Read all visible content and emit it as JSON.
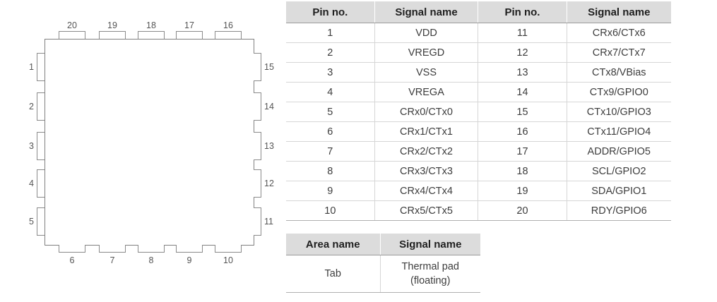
{
  "package_diagram": {
    "name": "QFN-20 package pinout diagram",
    "top_pins": [
      "20",
      "19",
      "18",
      "17",
      "16"
    ],
    "right_pins": [
      "15",
      "14",
      "13",
      "12",
      "11"
    ],
    "bottom_pins": [
      "6",
      "7",
      "8",
      "9",
      "10"
    ],
    "left_pins": [
      "1",
      "2",
      "3",
      "4",
      "5"
    ],
    "colors": {
      "body_border": "#808080",
      "pin_border": "#8a8a8a",
      "label_text": "#555555"
    }
  },
  "pin_table": {
    "headers": [
      "Pin no.",
      "Signal name",
      "Pin no.",
      "Signal name"
    ],
    "rows": [
      [
        "1",
        "VDD",
        "11",
        "CRx6/CTx6"
      ],
      [
        "2",
        "VREGD",
        "12",
        "CRx7/CTx7"
      ],
      [
        "3",
        "VSS",
        "13",
        "CTx8/VBias"
      ],
      [
        "4",
        "VREGA",
        "14",
        "CTx9/GPIO0"
      ],
      [
        "5",
        "CRx0/CTx0",
        "15",
        "CTx10/GPIO3"
      ],
      [
        "6",
        "CRx1/CTx1",
        "16",
        "CTx11/GPIO4"
      ],
      [
        "7",
        "CRx2/CTx2",
        "17",
        "ADDR/GPIO5"
      ],
      [
        "8",
        "CRx3/CTx3",
        "18",
        "SCL/GPIO2"
      ],
      [
        "9",
        "CRx4/CTx4",
        "19",
        "SDA/GPIO1"
      ],
      [
        "10",
        "CRx5/CTx5",
        "20",
        "RDY/GPIO6"
      ]
    ]
  },
  "area_table": {
    "headers": [
      "Area name",
      "Signal name"
    ],
    "rows": [
      {
        "area": "Tab",
        "signal_line1": "Thermal pad",
        "signal_line2": "(floating)"
      }
    ]
  },
  "colors": {
    "header_background": "#dcdcdc",
    "header_text": "#1f1f1f",
    "cell_text": "#3d3d3d",
    "grid_line": "#d6d6d6",
    "page_background": "#ffffff"
  }
}
